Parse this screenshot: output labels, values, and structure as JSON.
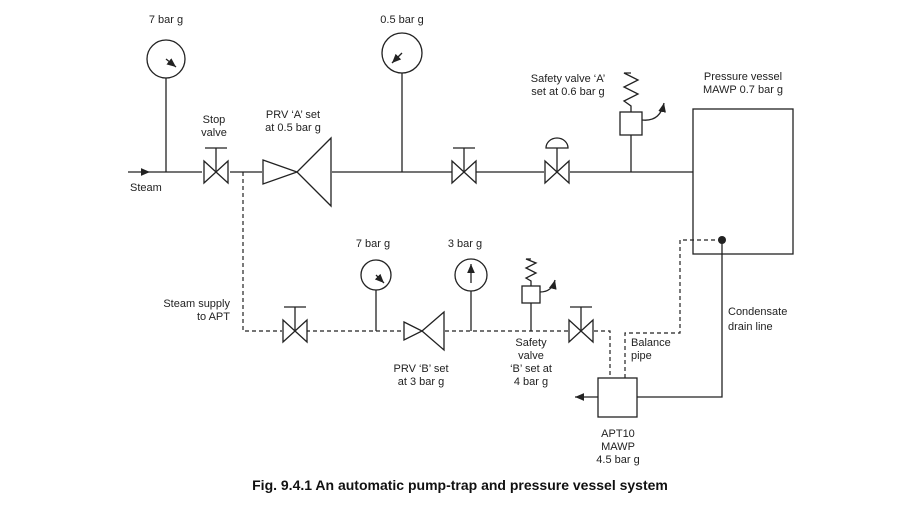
{
  "labels": {
    "gauge_7_top": "7 bar g",
    "gauge_05": "0.5 bar g",
    "gauge_7_low": "7 bar g",
    "gauge_3": "3 bar g",
    "steam": "Steam",
    "stop_valve": [
      "Stop",
      "valve"
    ],
    "prv_a": [
      "PRV ‘A’ set",
      "at 0.5 bar g"
    ],
    "safety_a": [
      "Safety valve ‘A’",
      "set at 0.6 bar g"
    ],
    "vessel": [
      "Pressure vessel",
      "MAWP 0.7 bar g"
    ],
    "steam_supply": [
      "Steam supply",
      "to APT"
    ],
    "prv_b": [
      "PRV ‘B’ set",
      "at 3 bar g"
    ],
    "safety_b": [
      "Safety",
      "valve",
      "‘B’ set at",
      "4 bar g"
    ],
    "balance": [
      "Balance",
      "pipe"
    ],
    "condensate": [
      "Condensate",
      "drain line"
    ],
    "apt": [
      "APT10",
      "MAWP",
      "4.5 bar g"
    ]
  },
  "caption": "Fig. 9.4.1 An automatic pump-trap and pressure vessel system"
}
